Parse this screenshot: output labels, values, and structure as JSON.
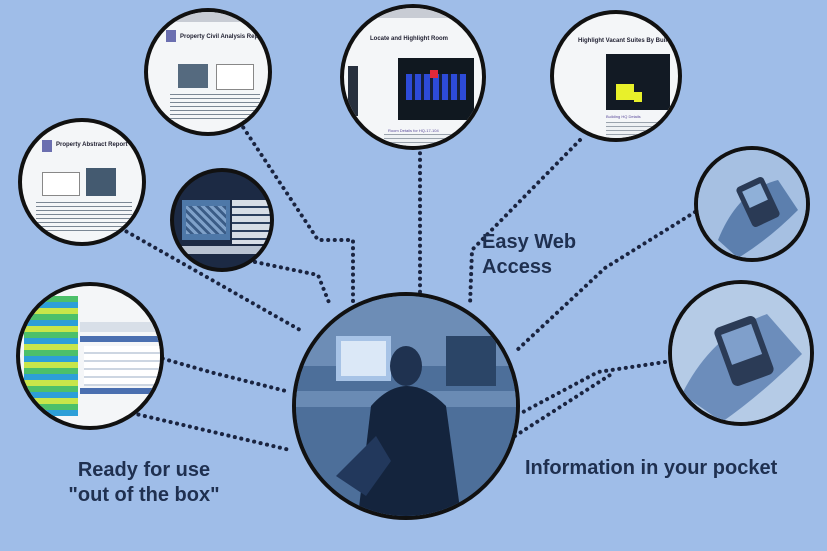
{
  "captions": {
    "easy_web_line1": "Easy Web",
    "easy_web_line2": "Access",
    "ready_line1": "Ready for use",
    "ready_line2": "\"out of the box\"",
    "pocket": "Information in your pocket"
  },
  "screens": {
    "property_civil": {
      "title": "Property Civil Analysis Report"
    },
    "property_abstract": {
      "title": "Property Abstract Report"
    },
    "highlight_room": {
      "title": "Locate and Highlight Room",
      "caption": "Room Details for HQ-17-104"
    },
    "vacant_suites": {
      "title": "Highlight Vacant Suites By Building",
      "caption": "Building HQ Details"
    }
  },
  "colors": {
    "background": "#9fbde8",
    "caption_text": "#1f3050",
    "link_dots": "#1a2440",
    "photo_tint": "#3e5f8a"
  }
}
